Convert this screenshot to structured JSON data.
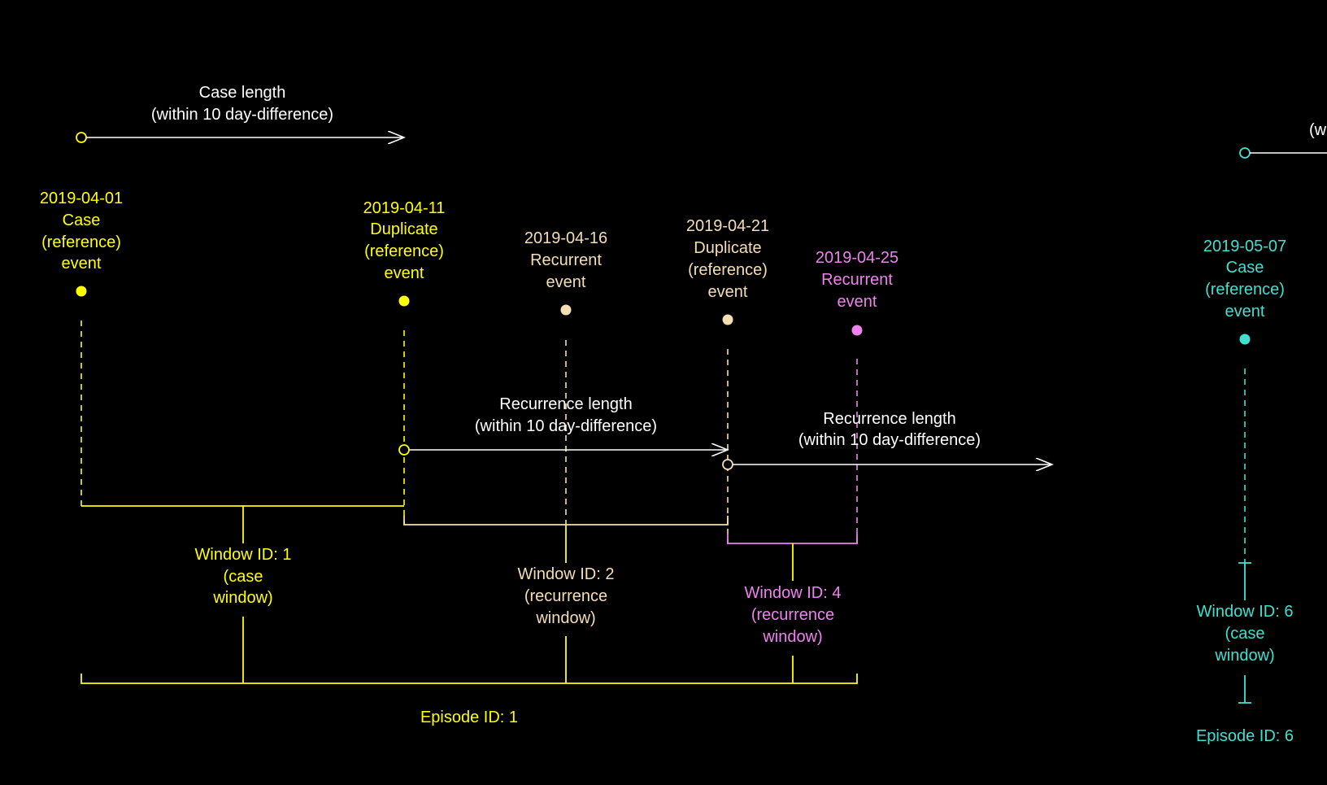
{
  "colors": {
    "background": "#000000",
    "episode1": "#ffff00",
    "window2": "#f5deb3",
    "window4": "#ee82ee",
    "episode6": "#40e0d0",
    "arrow": "#ffffff"
  },
  "events": {
    "e1": {
      "date": "2019-04-01",
      "l1": "Case",
      "l2": "(reference)",
      "l3": "event"
    },
    "e2": {
      "date": "2019-04-11",
      "l1": "Duplicate",
      "l2": "(reference)",
      "l3": "event"
    },
    "e3": {
      "date": "2019-04-16",
      "l1": "Recurrent",
      "l2": "event"
    },
    "e4": {
      "date": "2019-04-21",
      "l1": "Duplicate",
      "l2": "(reference)",
      "l3": "event"
    },
    "e5": {
      "date": "2019-04-25",
      "l1": "Recurrent",
      "l2": "event"
    },
    "e6": {
      "date": "2019-05-07",
      "l1": "Case",
      "l2": "(reference)",
      "l3": "event"
    }
  },
  "lengths": {
    "case1": {
      "l1": "Case length",
      "l2": "(within 10 day-difference)"
    },
    "rec1": {
      "l1": "Recurrence length",
      "l2": "(within 10 day-difference)"
    },
    "rec2": {
      "l1": "Recurrence length",
      "l2": "(within 10 day-difference)"
    },
    "case6_partial": "(w"
  },
  "windows": {
    "w1": {
      "l1": "Window ID: 1",
      "l2": "(case",
      "l3": "window)"
    },
    "w2": {
      "l1": "Window ID: 2",
      "l2": "(recurrence",
      "l3": "window)"
    },
    "w4": {
      "l1": "Window ID: 4",
      "l2": "(recurrence",
      "l3": "window)"
    },
    "w6": {
      "l1": "Window ID: 6",
      "l2": "(case",
      "l3": "window)"
    }
  },
  "episodes": {
    "ep1": "Episode ID: 1",
    "ep6": "Episode ID: 6"
  }
}
